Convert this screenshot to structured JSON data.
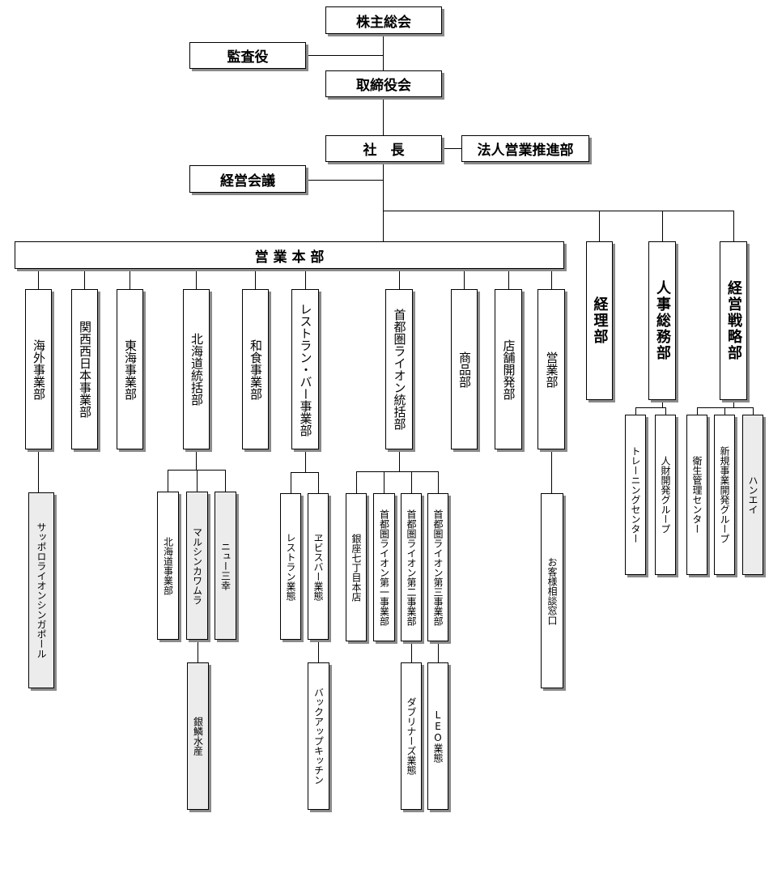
{
  "top": {
    "shareholders": "株主総会",
    "auditor": "監査役",
    "board": "取締役会",
    "president": "社　長",
    "corporate_sales": "法人営業推進部",
    "management_council": "経営会議"
  },
  "sales_hq": "営 業 本 部",
  "divisions": [
    "海外事業部",
    "関西西日本事業部",
    "東海事業部",
    "北海道統括部",
    "和食事業部",
    "レストラン・バー事業部",
    "首都圏ライオン統括部",
    "商品部",
    "店舗開発部",
    "営業部"
  ],
  "staff": [
    "経理部",
    "人事総務部",
    "経営戦略部"
  ],
  "children": {
    "overseas": [
      "サッポロライオンシンガポール"
    ],
    "hokkaido": [
      "北海道事業部",
      "マルシンカワムラ",
      "ニュー三幸",
      "銀鱗水産"
    ],
    "restaurant_bar": [
      "レストラン業態",
      "ヱビスバー業態",
      "バックアップキッチン"
    ],
    "metro": [
      "銀座七丁目本店",
      "首都圏ライオン第一事業部",
      "首都圏ライオン第二事業部",
      "首都圏ライオン第三事業部",
      "ダブリナーズ業態",
      "LEO業態"
    ],
    "sales": [
      "お客様相談窓口"
    ],
    "hr": [
      "トレーニングセンター",
      "人財開発グループ"
    ],
    "strategy": [
      "衛生管理センター",
      "新規事業開発グループ",
      "ハンエイ"
    ]
  },
  "colors": {
    "shaded_box": "#ececec",
    "shadow": "#8a8a8a"
  }
}
